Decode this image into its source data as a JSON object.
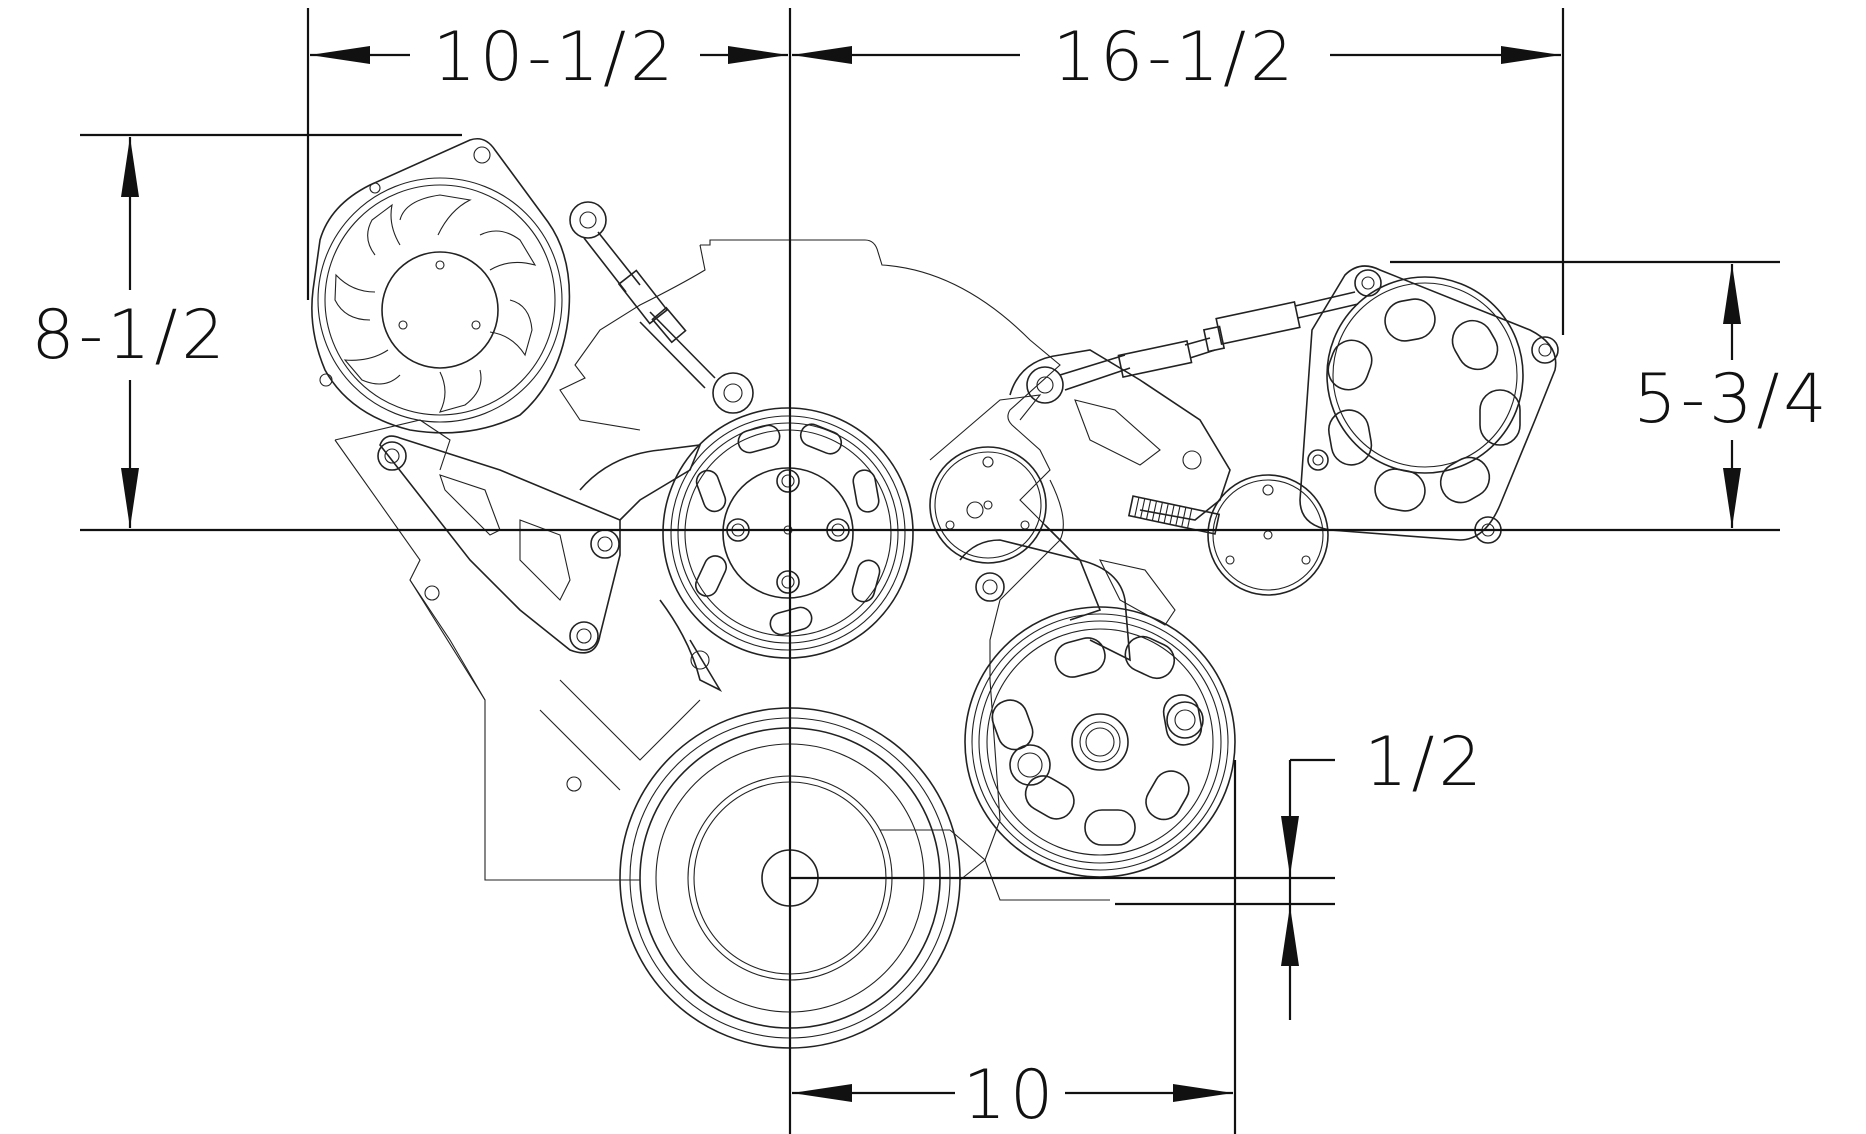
{
  "dimensions": {
    "top_left": "10-1/2",
    "top_right": "16-1/2",
    "left": "8-1/2",
    "right": "5-3/4",
    "right_small": "1/2",
    "bottom": "10"
  },
  "colors": {
    "line": "#222222",
    "background": "#ffffff"
  }
}
